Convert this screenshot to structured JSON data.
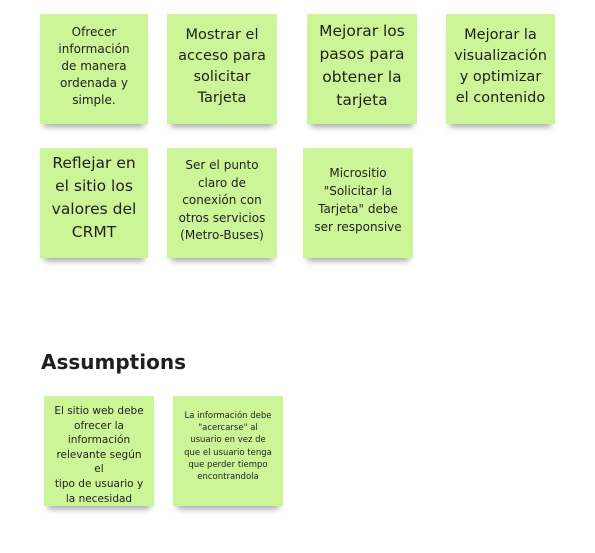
{
  "colors": {
    "sticky_note": "#ccf598",
    "text": "#1f1f1f",
    "background": "#ffffff"
  },
  "objectives": {
    "notes": [
      "Ofrecer\ninformación\nde manera\nordenada y\nsimple.",
      "Mostrar el\nacceso para\nsolicitar\nTarjeta",
      "Mejorar los\npasos para\nobtener la\ntarjeta",
      "Mejorar la\nvisualización\ny optimizar\nel contenido",
      "Reflejar en\nel sitio los\nvalores del\nCRMT",
      "Ser el punto\nclaro de\nconexión con\notros servicios\n(Metro-Buses)",
      "Micrositio\n\"Solicitar la\nTarjeta\" debe\nser responsive"
    ]
  },
  "assumptions": {
    "title": "Assumptions",
    "notes": [
      "El sitio web debe\nofrecer la\ninformación\nrelevante según el\ntipo de usuario y\nla necesidad",
      "La información debe\n\"acercarse\" al\nusuario en vez de\nque el usuario tenga\nque perder tiempo\nencontrandola"
    ]
  }
}
